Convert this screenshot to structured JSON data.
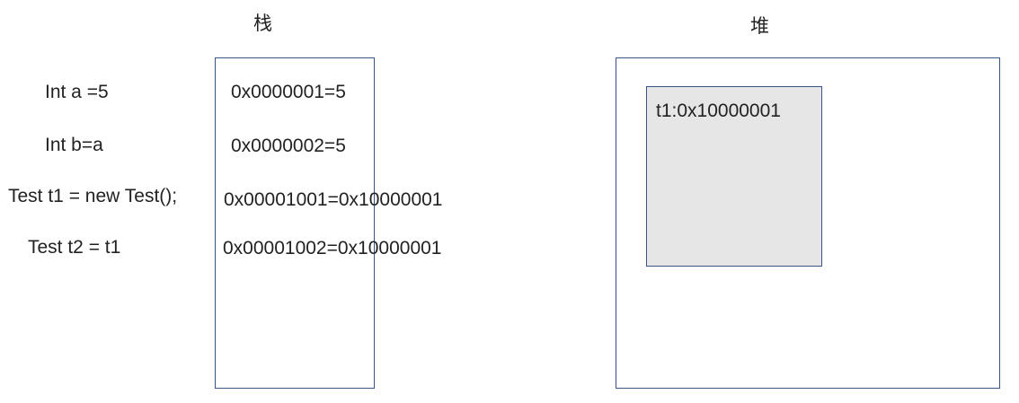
{
  "stack": {
    "title": "栈",
    "slots": [
      "0x0000001=5",
      "0x0000002=5",
      "0x00001001=0x10000001",
      "0x00001002=0x10000001"
    ]
  },
  "heap": {
    "title": "堆",
    "object_label": "t1:0x10000001"
  },
  "code": [
    "Int a =5",
    "Int b=a",
    "Test t1 = new Test();",
    "Test t2 = t1"
  ],
  "colors": {
    "border": "#3a5585",
    "object_fill": "#e6e6e6",
    "text": "#222222"
  }
}
